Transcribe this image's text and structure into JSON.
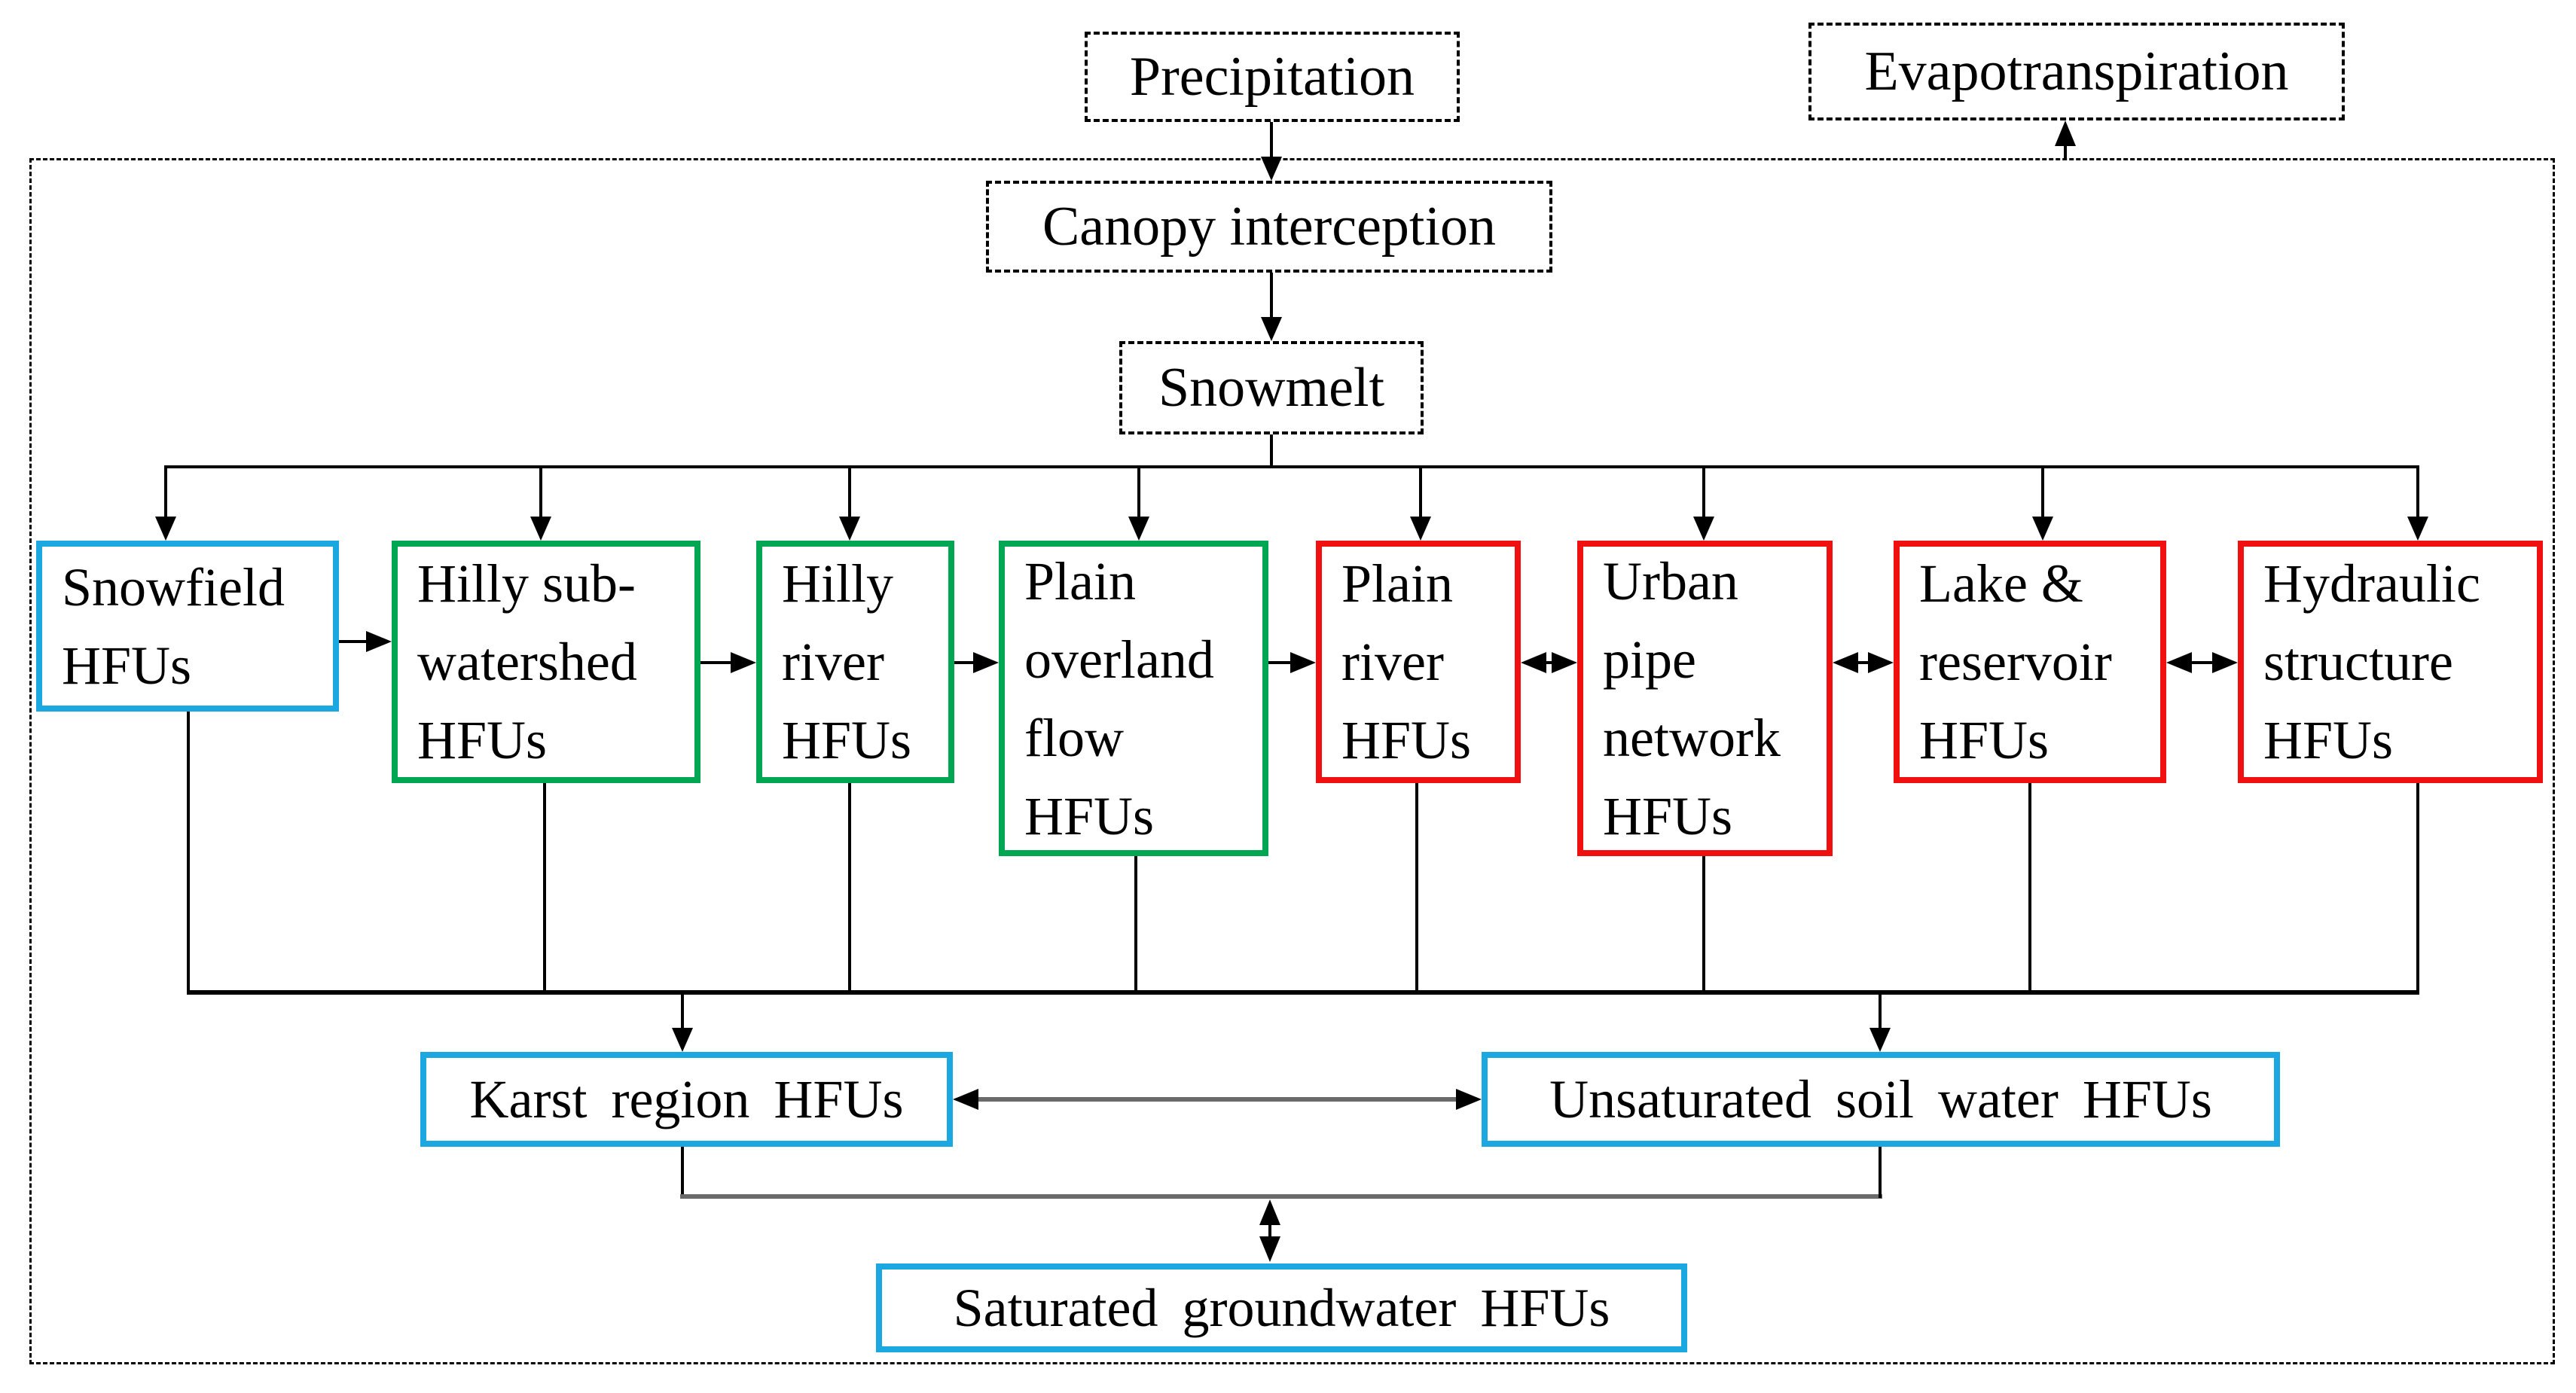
{
  "figure": {
    "type": "flow-diagram",
    "description": "Hydrological functional units (HFUs) flow structure"
  },
  "colors": {
    "cyan": "#1BA7DF",
    "green": "#00A651",
    "red": "#F01010",
    "line": "#000000",
    "gray_connector": "#6a6a6a",
    "background": "#ffffff"
  },
  "nodes": {
    "precipitation": {
      "label": "Precipitation"
    },
    "evapotranspiration": {
      "label": "Evapotranspiration"
    },
    "canopy_interception": {
      "label": "Canopy interception"
    },
    "snowmelt": {
      "label": "Snowmelt"
    },
    "snowfield": {
      "label": "Snowfield\nHFUs"
    },
    "hilly_sub_watershed": {
      "label": "Hilly sub-\nwatershed\nHFUs"
    },
    "hilly_river": {
      "label": "Hilly\nriver\nHFUs"
    },
    "plain_overland_flow": {
      "label": "Plain\noverland\nflow\nHFUs"
    },
    "plain_river": {
      "label": "Plain\nriver\nHFUs"
    },
    "urban_pipe_network": {
      "label": "Urban\npipe\nnetwork\nHFUs"
    },
    "lake_reservoir": {
      "label": "Lake &\nreservoir\nHFUs"
    },
    "hydraulic_structure": {
      "label": "Hydraulic\nstructure\nHFUs"
    },
    "karst_region": {
      "label": "Karst region HFUs"
    },
    "unsaturated_soil_water": {
      "label": "Unsaturated  soil  water  HFUs"
    },
    "saturated_groundwater": {
      "label": "Saturated groundwater HFUs"
    }
  },
  "edges": [
    {
      "from": "precipitation",
      "to": "canopy_interception",
      "type": "arrow"
    },
    {
      "from": "canopy_interception",
      "to": "snowmelt",
      "type": "arrow"
    },
    {
      "from": "boundary",
      "to": "evapotranspiration",
      "type": "arrow"
    },
    {
      "from": "snowmelt",
      "to": "snowfield",
      "type": "arrow"
    },
    {
      "from": "snowmelt",
      "to": "hilly_sub_watershed",
      "type": "arrow"
    },
    {
      "from": "snowmelt",
      "to": "hilly_river",
      "type": "arrow"
    },
    {
      "from": "snowmelt",
      "to": "plain_overland_flow",
      "type": "arrow"
    },
    {
      "from": "snowmelt",
      "to": "plain_river",
      "type": "arrow"
    },
    {
      "from": "snowmelt",
      "to": "urban_pipe_network",
      "type": "arrow"
    },
    {
      "from": "snowmelt",
      "to": "lake_reservoir",
      "type": "arrow"
    },
    {
      "from": "snowmelt",
      "to": "hydraulic_structure",
      "type": "arrow"
    },
    {
      "from": "snowfield",
      "to": "hilly_sub_watershed",
      "type": "arrow"
    },
    {
      "from": "hilly_sub_watershed",
      "to": "hilly_river",
      "type": "arrow"
    },
    {
      "from": "hilly_river",
      "to": "plain_overland_flow",
      "type": "arrow"
    },
    {
      "from": "plain_overland_flow",
      "to": "plain_river",
      "type": "arrow"
    },
    {
      "from": "plain_river",
      "to": "urban_pipe_network",
      "type": "double-arrow"
    },
    {
      "from": "urban_pipe_network",
      "to": "lake_reservoir",
      "type": "double-arrow"
    },
    {
      "from": "lake_reservoir",
      "to": "hydraulic_structure",
      "type": "double-arrow"
    },
    {
      "from": "middle_row",
      "to": "karst_region",
      "type": "arrow"
    },
    {
      "from": "middle_row",
      "to": "unsaturated_soil_water",
      "type": "arrow"
    },
    {
      "from": "karst_region",
      "to": "unsaturated_soil_water",
      "type": "double-arrow"
    },
    {
      "from": "karst_region+unsaturated_soil_water",
      "to": "saturated_groundwater",
      "type": "double-arrow"
    }
  ]
}
